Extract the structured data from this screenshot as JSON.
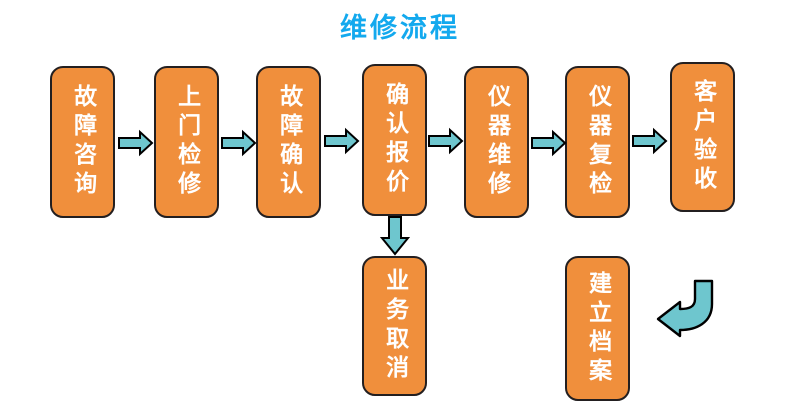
{
  "page": {
    "title": "维修流程",
    "title_color": "#13a9ee",
    "background": "#ffffff",
    "box_fill": "#f08f3c",
    "box_stroke": "#231f20",
    "arrow_fill": "#6ec6ce",
    "arrow_stroke": "#000000",
    "text_color": "#ffffff"
  },
  "flow": {
    "main_steps": [
      {
        "id": "step-1",
        "label": "故障咨询"
      },
      {
        "id": "step-2",
        "label": "上门检修"
      },
      {
        "id": "step-3",
        "label": "故障确认"
      },
      {
        "id": "step-4",
        "label": "确认报价"
      },
      {
        "id": "step-5",
        "label": "仪器维修"
      },
      {
        "id": "step-6",
        "label": "仪器复检"
      },
      {
        "id": "step-7",
        "label": "客户验收"
      }
    ],
    "branch_steps": [
      {
        "id": "branch-cancel",
        "label": "业务取消"
      },
      {
        "id": "branch-archive",
        "label": "建立档案"
      }
    ],
    "connectors": [
      {
        "id": "arrow-1-2",
        "type": "right-arrow",
        "from": "故障咨询",
        "to": "上门检修"
      },
      {
        "id": "arrow-2-3",
        "type": "right-arrow",
        "from": "上门检修",
        "to": "故障确认"
      },
      {
        "id": "arrow-3-4",
        "type": "right-arrow",
        "from": "故障确认",
        "to": "确认报价"
      },
      {
        "id": "arrow-4-5",
        "type": "right-arrow",
        "from": "确认报价",
        "to": "仪器维修"
      },
      {
        "id": "arrow-5-6",
        "type": "right-arrow",
        "from": "仪器维修",
        "to": "仪器复检"
      },
      {
        "id": "arrow-6-7",
        "type": "right-arrow",
        "from": "仪器复检",
        "to": "客户验收"
      },
      {
        "id": "arrow-4-cancel",
        "type": "down-arrow",
        "from": "确认报价",
        "to": "业务取消"
      },
      {
        "id": "arrow-curved-archive",
        "type": "curved-left-arrow",
        "from": "客户验收",
        "to": "建立档案"
      }
    ]
  }
}
